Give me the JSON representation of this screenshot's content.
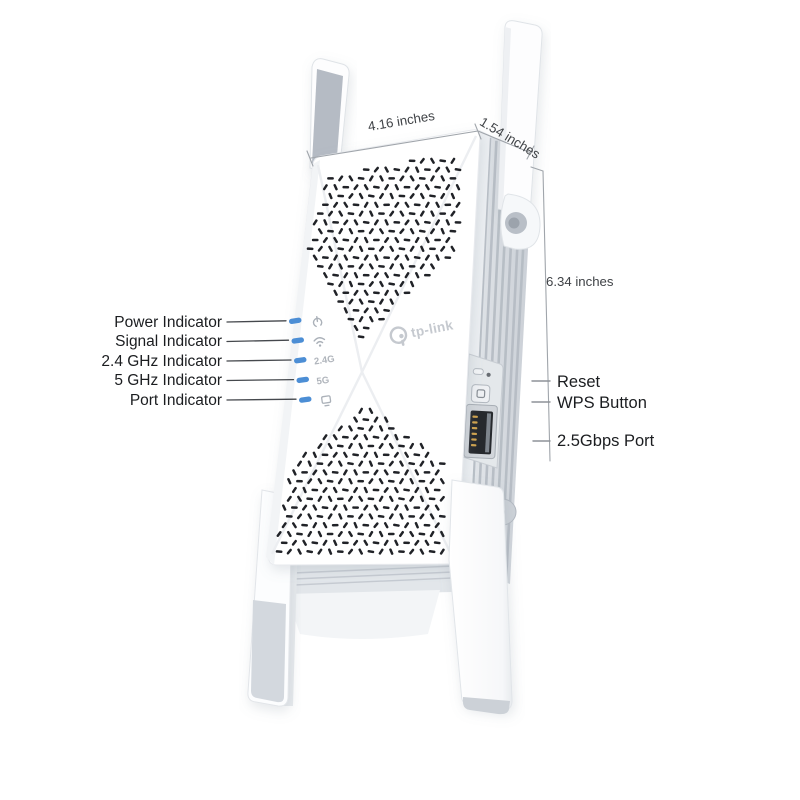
{
  "page": {
    "background": "#ffffff",
    "description": "Annotated product diagram of a tp-link Wi-Fi range extender"
  },
  "product": {
    "brand": "tp-link"
  },
  "dimensions": {
    "width_label": "4.16 inches",
    "depth_label": "1.54 inches",
    "height_label": "6.34 inches"
  },
  "callouts": {
    "left": [
      {
        "id": "power",
        "label": "Power Indicator",
        "icon": "power-icon"
      },
      {
        "id": "signal",
        "label": "Signal Indicator",
        "icon": "wifi-icon"
      },
      {
        "id": "band24",
        "label": "2.4 GHz Indicator",
        "led_text": "2.4G"
      },
      {
        "id": "band5",
        "label": "5 GHz Indicator",
        "led_text": "5G"
      },
      {
        "id": "port",
        "label": "Port Indicator",
        "icon": "port-icon"
      }
    ],
    "right": [
      {
        "id": "reset",
        "label": "Reset"
      },
      {
        "id": "wps",
        "label": "WPS Button"
      },
      {
        "id": "port25",
        "label": "2.5Gbps Port"
      }
    ]
  },
  "device": {
    "led_color": "#4c8ed5",
    "vent_color": "#202227",
    "antenna_gray": "#b5bbc4",
    "rib_color": "#b4bac2",
    "side_components": [
      "reset-pinhole",
      "wps-button",
      "ethernet-port"
    ]
  }
}
